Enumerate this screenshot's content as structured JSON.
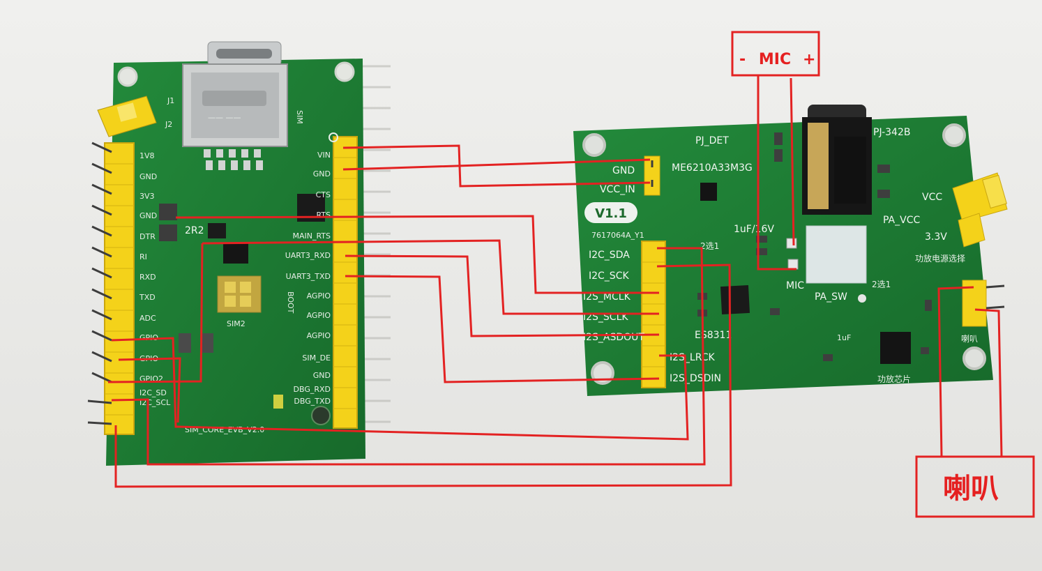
{
  "board_left": {
    "jumper_labels": [
      "J1",
      "J2"
    ],
    "sim_label": "SIM",
    "left_pins": [
      "1V8",
      "GND",
      "3V3",
      "GND",
      "DTR",
      "RI",
      "RXD",
      "TXD",
      "ADC",
      "GPIO",
      "GPIO",
      "GPIO2",
      "I2C_SD",
      "I2C_SCL"
    ],
    "right_pins": [
      "VIN",
      "GND",
      "CTS",
      "RTS",
      "MAIN_RTS",
      "UART3_RXD",
      "UART3_TXD",
      "AGPIO",
      "AGPIO",
      "AGPIO",
      "SIM_DE",
      "GND",
      "DBG_RXD",
      "DBG_TXD"
    ],
    "chip_2r2": "2R2",
    "sim2": "SIM2",
    "boot": "BOOT",
    "bottom_label": "SIM_CORE_EVB_V2.0"
  },
  "board_right": {
    "pj_det": "PJ_DET",
    "pj_342b": "PJ-342B",
    "ldo": "ME6210A33M3G",
    "gnd": "GND",
    "vcc_in": "VCC_IN",
    "version": "V1.1",
    "serial": "7617064A_Y1",
    "cap_1uf16v": "1uF/16V",
    "select_a": "2选1",
    "select_b": "2选1",
    "vcc": "VCC",
    "pa_vcc": "PA_VCC",
    "v33": "3.3V",
    "amp_power": "功放电源选择",
    "mic": "MIC",
    "pa_sw": "PA_SW",
    "codec": "ES8311",
    "cap_1uf": "1uF",
    "amp_chip": "功放芯片",
    "speaker_silk": "喇叭",
    "header_pins": [
      "I2C_SDA",
      "I2C_SCK",
      "I2S_MCLK",
      "I2S_SCLK",
      "I2S_ASDOUT",
      "I2S_LRCK",
      "I2S_DSDIN"
    ]
  },
  "annotations": {
    "mic_minus": "-",
    "mic_label": "MIC",
    "mic_plus": "+",
    "speaker_label": "喇叭"
  },
  "colors": {
    "pcb": "#1d7a33",
    "pin_header": "#f4d21a",
    "annotation": "#e32222",
    "background": "#ebebe8"
  }
}
